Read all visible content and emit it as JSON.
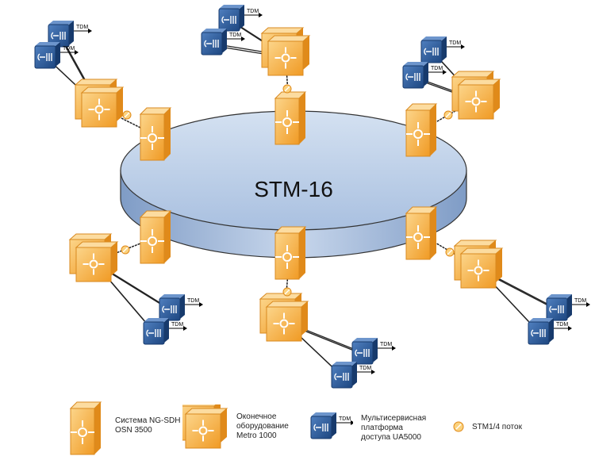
{
  "ring_label": "STM-16",
  "tdm_label": "TDM",
  "legend": {
    "osn": "Система NG-SDH\nOSN 3500",
    "metro": "Оконечное\nоборудование\nMetro 1000",
    "ua5000": "Мультисервисная\nплатформа\nдоступа UA5000",
    "stm": "STM1/4 поток"
  },
  "colors": {
    "ring_top": "#b9cde6",
    "ring_side": "#8fa9cf",
    "orange": "#f5a73a",
    "orange_light": "#fcd58a",
    "blue": "#2a5a98"
  }
}
